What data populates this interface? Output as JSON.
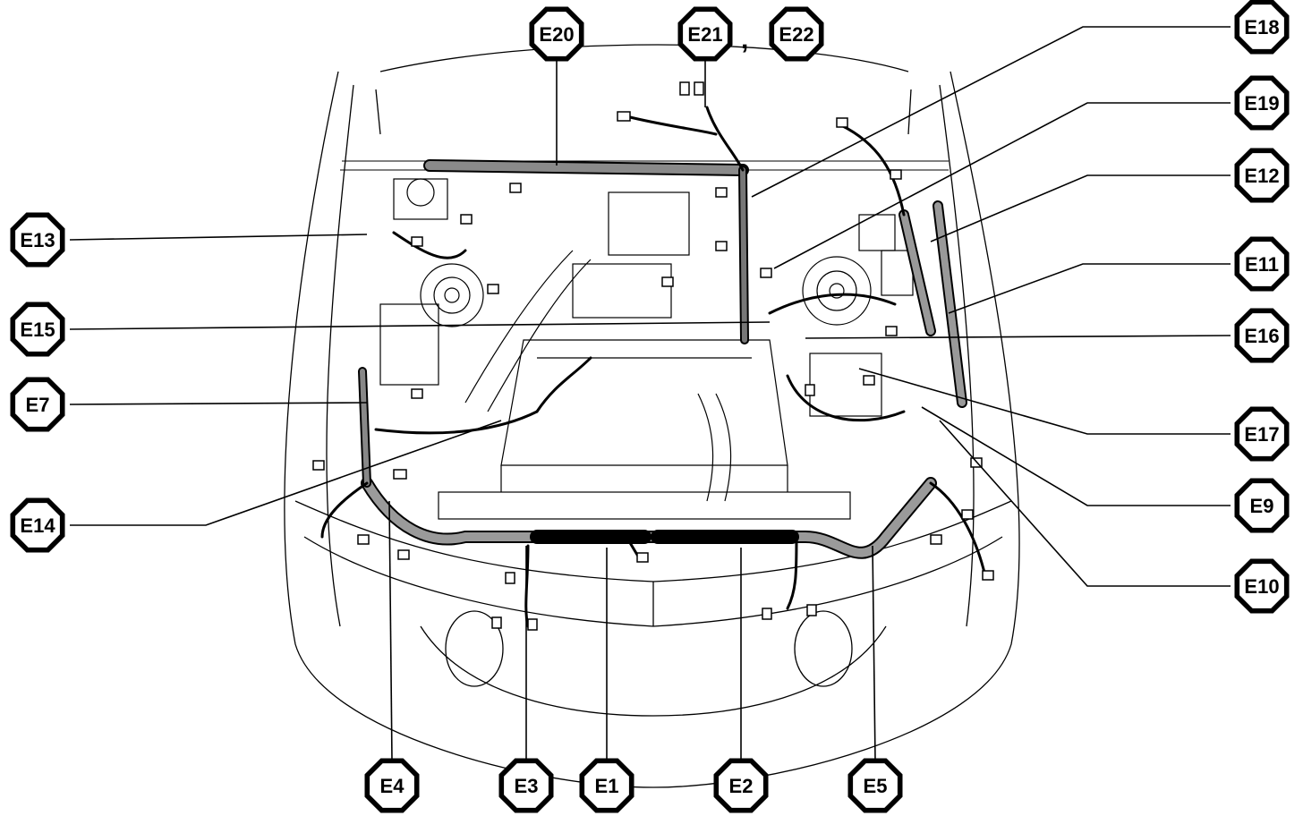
{
  "labels": {
    "E20": "E20",
    "E21": "E21",
    "E22": "E22",
    "E18": "E18",
    "E19": "E19",
    "E12": "E12",
    "E11": "E11",
    "E16": "E16",
    "E17": "E17",
    "E9": "E9",
    "E10": "E10",
    "E13": "E13",
    "E15": "E15",
    "E7": "E7",
    "E14": "E14",
    "E4": "E4",
    "E3": "E3",
    "E1": "E1",
    "E2": "E2",
    "E5": "E5"
  },
  "separator": ",",
  "colors": {
    "ink": "#000000",
    "paper": "#ffffff",
    "harness": "#555555"
  }
}
